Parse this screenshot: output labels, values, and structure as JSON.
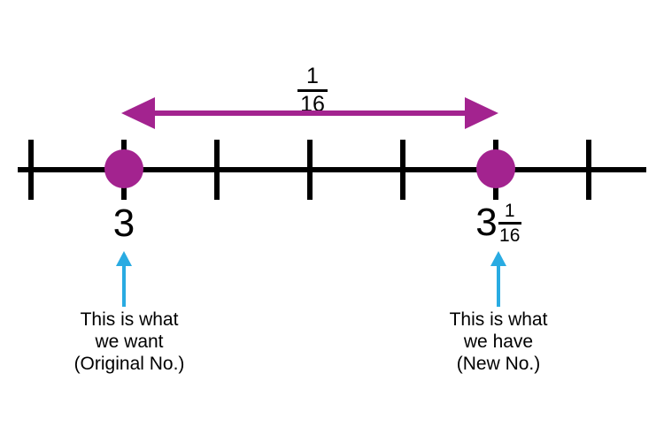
{
  "colors": {
    "magenta": "#A3238F",
    "blue": "#29ABE2",
    "line": "#000000",
    "background": "#FFFFFF"
  },
  "distance_label": {
    "numerator": "1",
    "denominator": "16"
  },
  "points": {
    "left": {
      "label": "3"
    },
    "right": {
      "whole": "3",
      "frac_numerator": "1",
      "frac_denominator": "16"
    }
  },
  "captions": {
    "left": {
      "line1": "This is what",
      "line2": "we want",
      "line3": "(Original No.)"
    },
    "right": {
      "line1": "This is what",
      "line2": "we have",
      "line3": "(New No.)"
    }
  },
  "number_line": {
    "tick_count": 7,
    "marked_points": [
      "3",
      "3 1/16"
    ],
    "distance_between_points": "1/16"
  }
}
